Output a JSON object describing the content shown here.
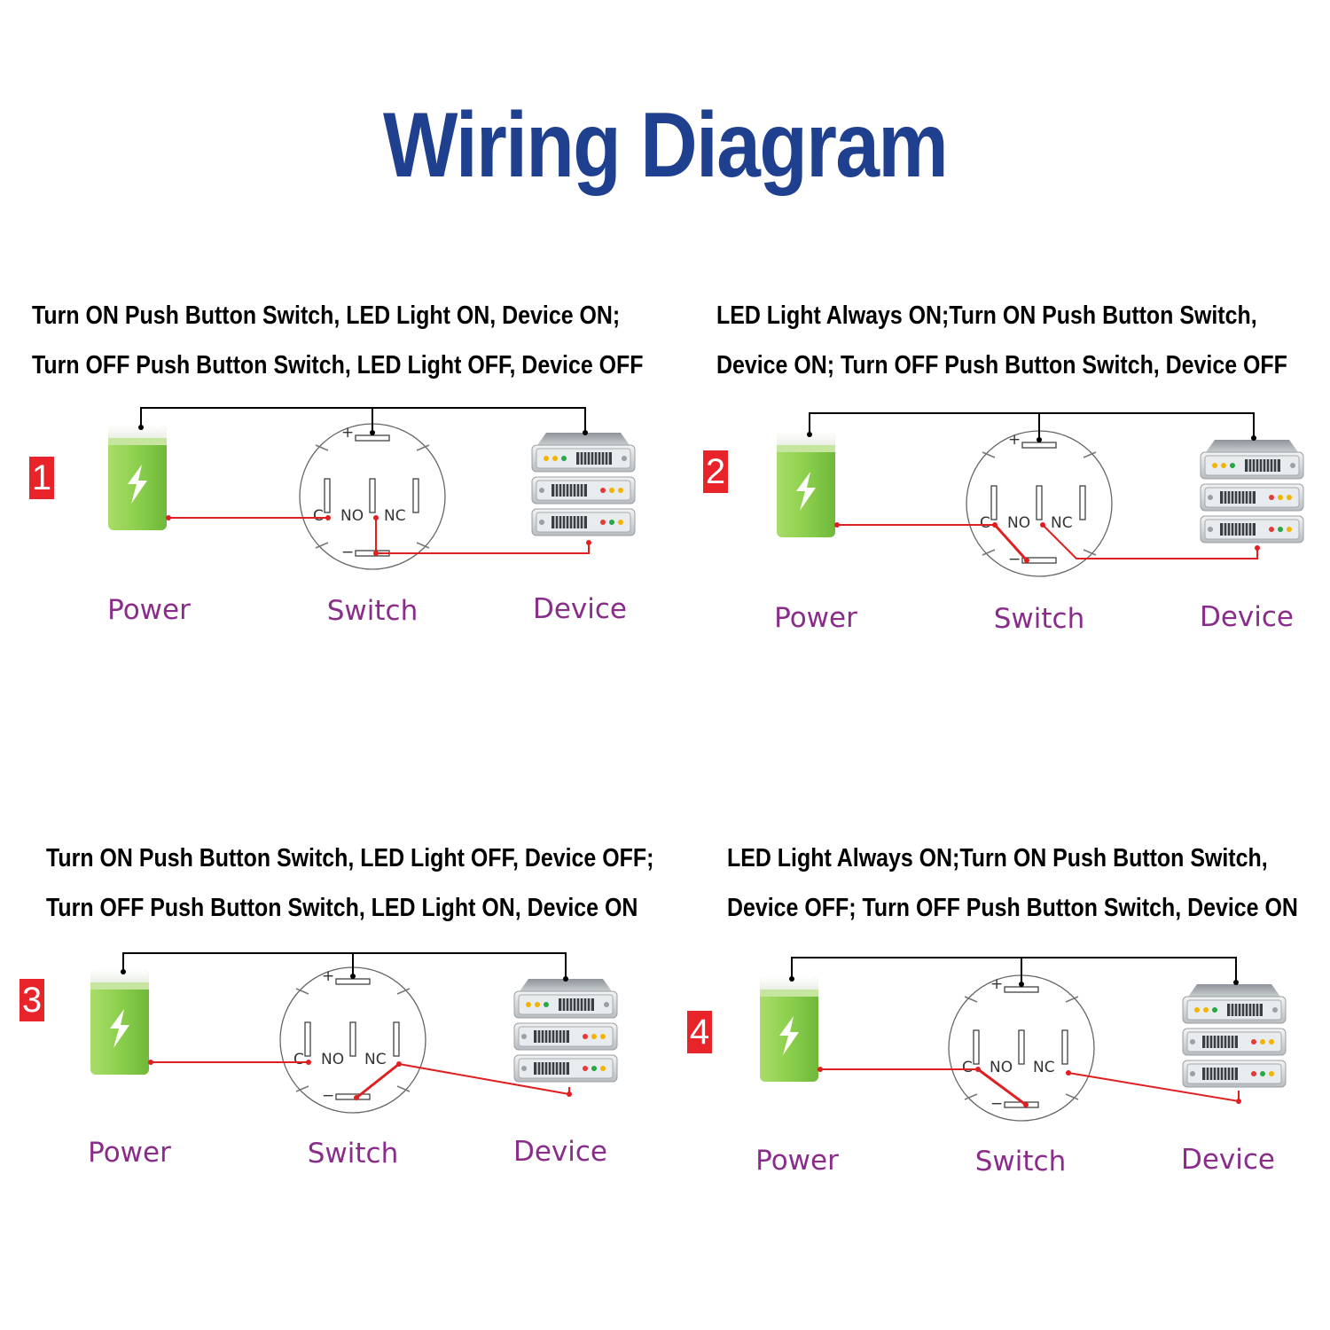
{
  "title": "Wiring Diagram",
  "panels": [
    {
      "number": "1",
      "line1": "Turn ON Push Button Switch, LED Light ON, Device ON;",
      "line2": "Turn OFF Push Button Switch, LED Light OFF, Device OFF",
      "power_label": "Power",
      "switch_label": "Switch",
      "device_label": "Device"
    },
    {
      "number": "2",
      "line1": "LED Light Always ON;Turn ON Push Button Switch,",
      "line2": "Device ON; Turn OFF Push Button Switch,  Device OFF",
      "power_label": "Power",
      "switch_label": "Switch",
      "device_label": "Device"
    },
    {
      "number": "3",
      "line1": "Turn ON Push Button Switch, LED Light OFF, Device OFF;",
      "line2": "Turn OFF Push Button Switch, LED Light ON, Device ON",
      "power_label": "Power",
      "switch_label": "Switch",
      "device_label": "Device"
    },
    {
      "number": "4",
      "line1": "LED Light Always ON;Turn ON Push Button Switch,",
      "line2": "Device OFF; Turn OFF Push Button Switch,  Device ON",
      "power_label": "Power",
      "switch_label": "Switch",
      "device_label": "Device"
    }
  ],
  "terminals": {
    "plus": "+",
    "minus": "−",
    "common": "C",
    "normally_open": "NO",
    "normally_closed": "NC"
  },
  "colors": {
    "title": "#1f3f8f",
    "labels": "#8a2d8a",
    "badge": "#e8242a",
    "wire_red": "#e02020",
    "wire_black": "#000000",
    "battery": "#8fd14f"
  },
  "icons": {
    "power": "battery-icon",
    "switch": "push-button-switch-terminal-icon",
    "device": "server-rack-icon"
  }
}
